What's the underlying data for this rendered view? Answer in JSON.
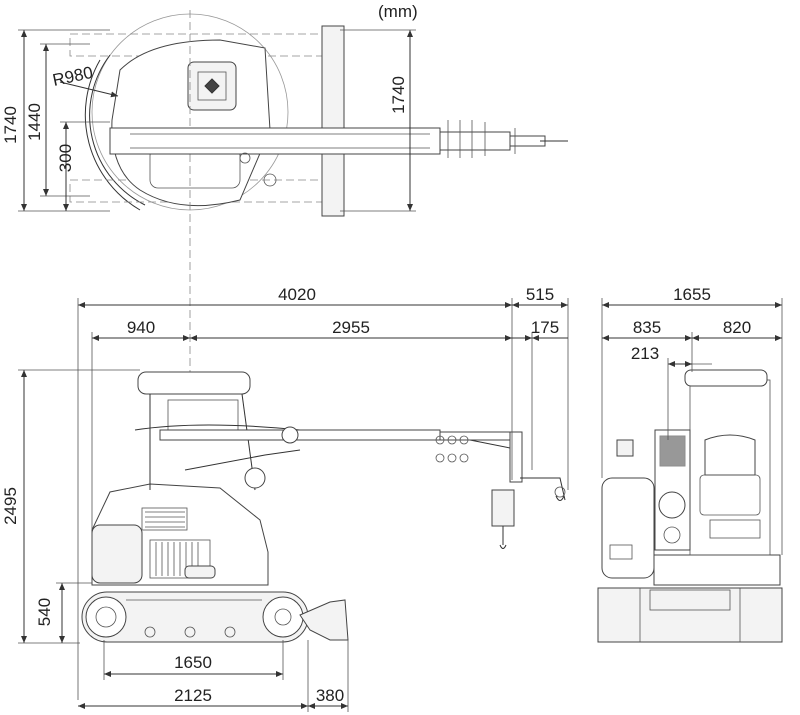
{
  "unit_label": "(mm)",
  "top_view": {
    "radius_label": "R980",
    "width_outer": "1740",
    "width_inner": "1440",
    "offset": "300",
    "right_width": "1740"
  },
  "side_view": {
    "overall_length": "4020",
    "hook_reach": "515",
    "front_overhang": "940",
    "boom_reach": "2955",
    "hook_offset": "175",
    "overall_height": "2495",
    "track_height": "540",
    "tumbler_distance": "1650",
    "track_length": "2125",
    "blade_offset": "380"
  },
  "front_view": {
    "overall_width": "1655",
    "left_width": "835",
    "right_width": "820",
    "center_offset": "213"
  }
}
